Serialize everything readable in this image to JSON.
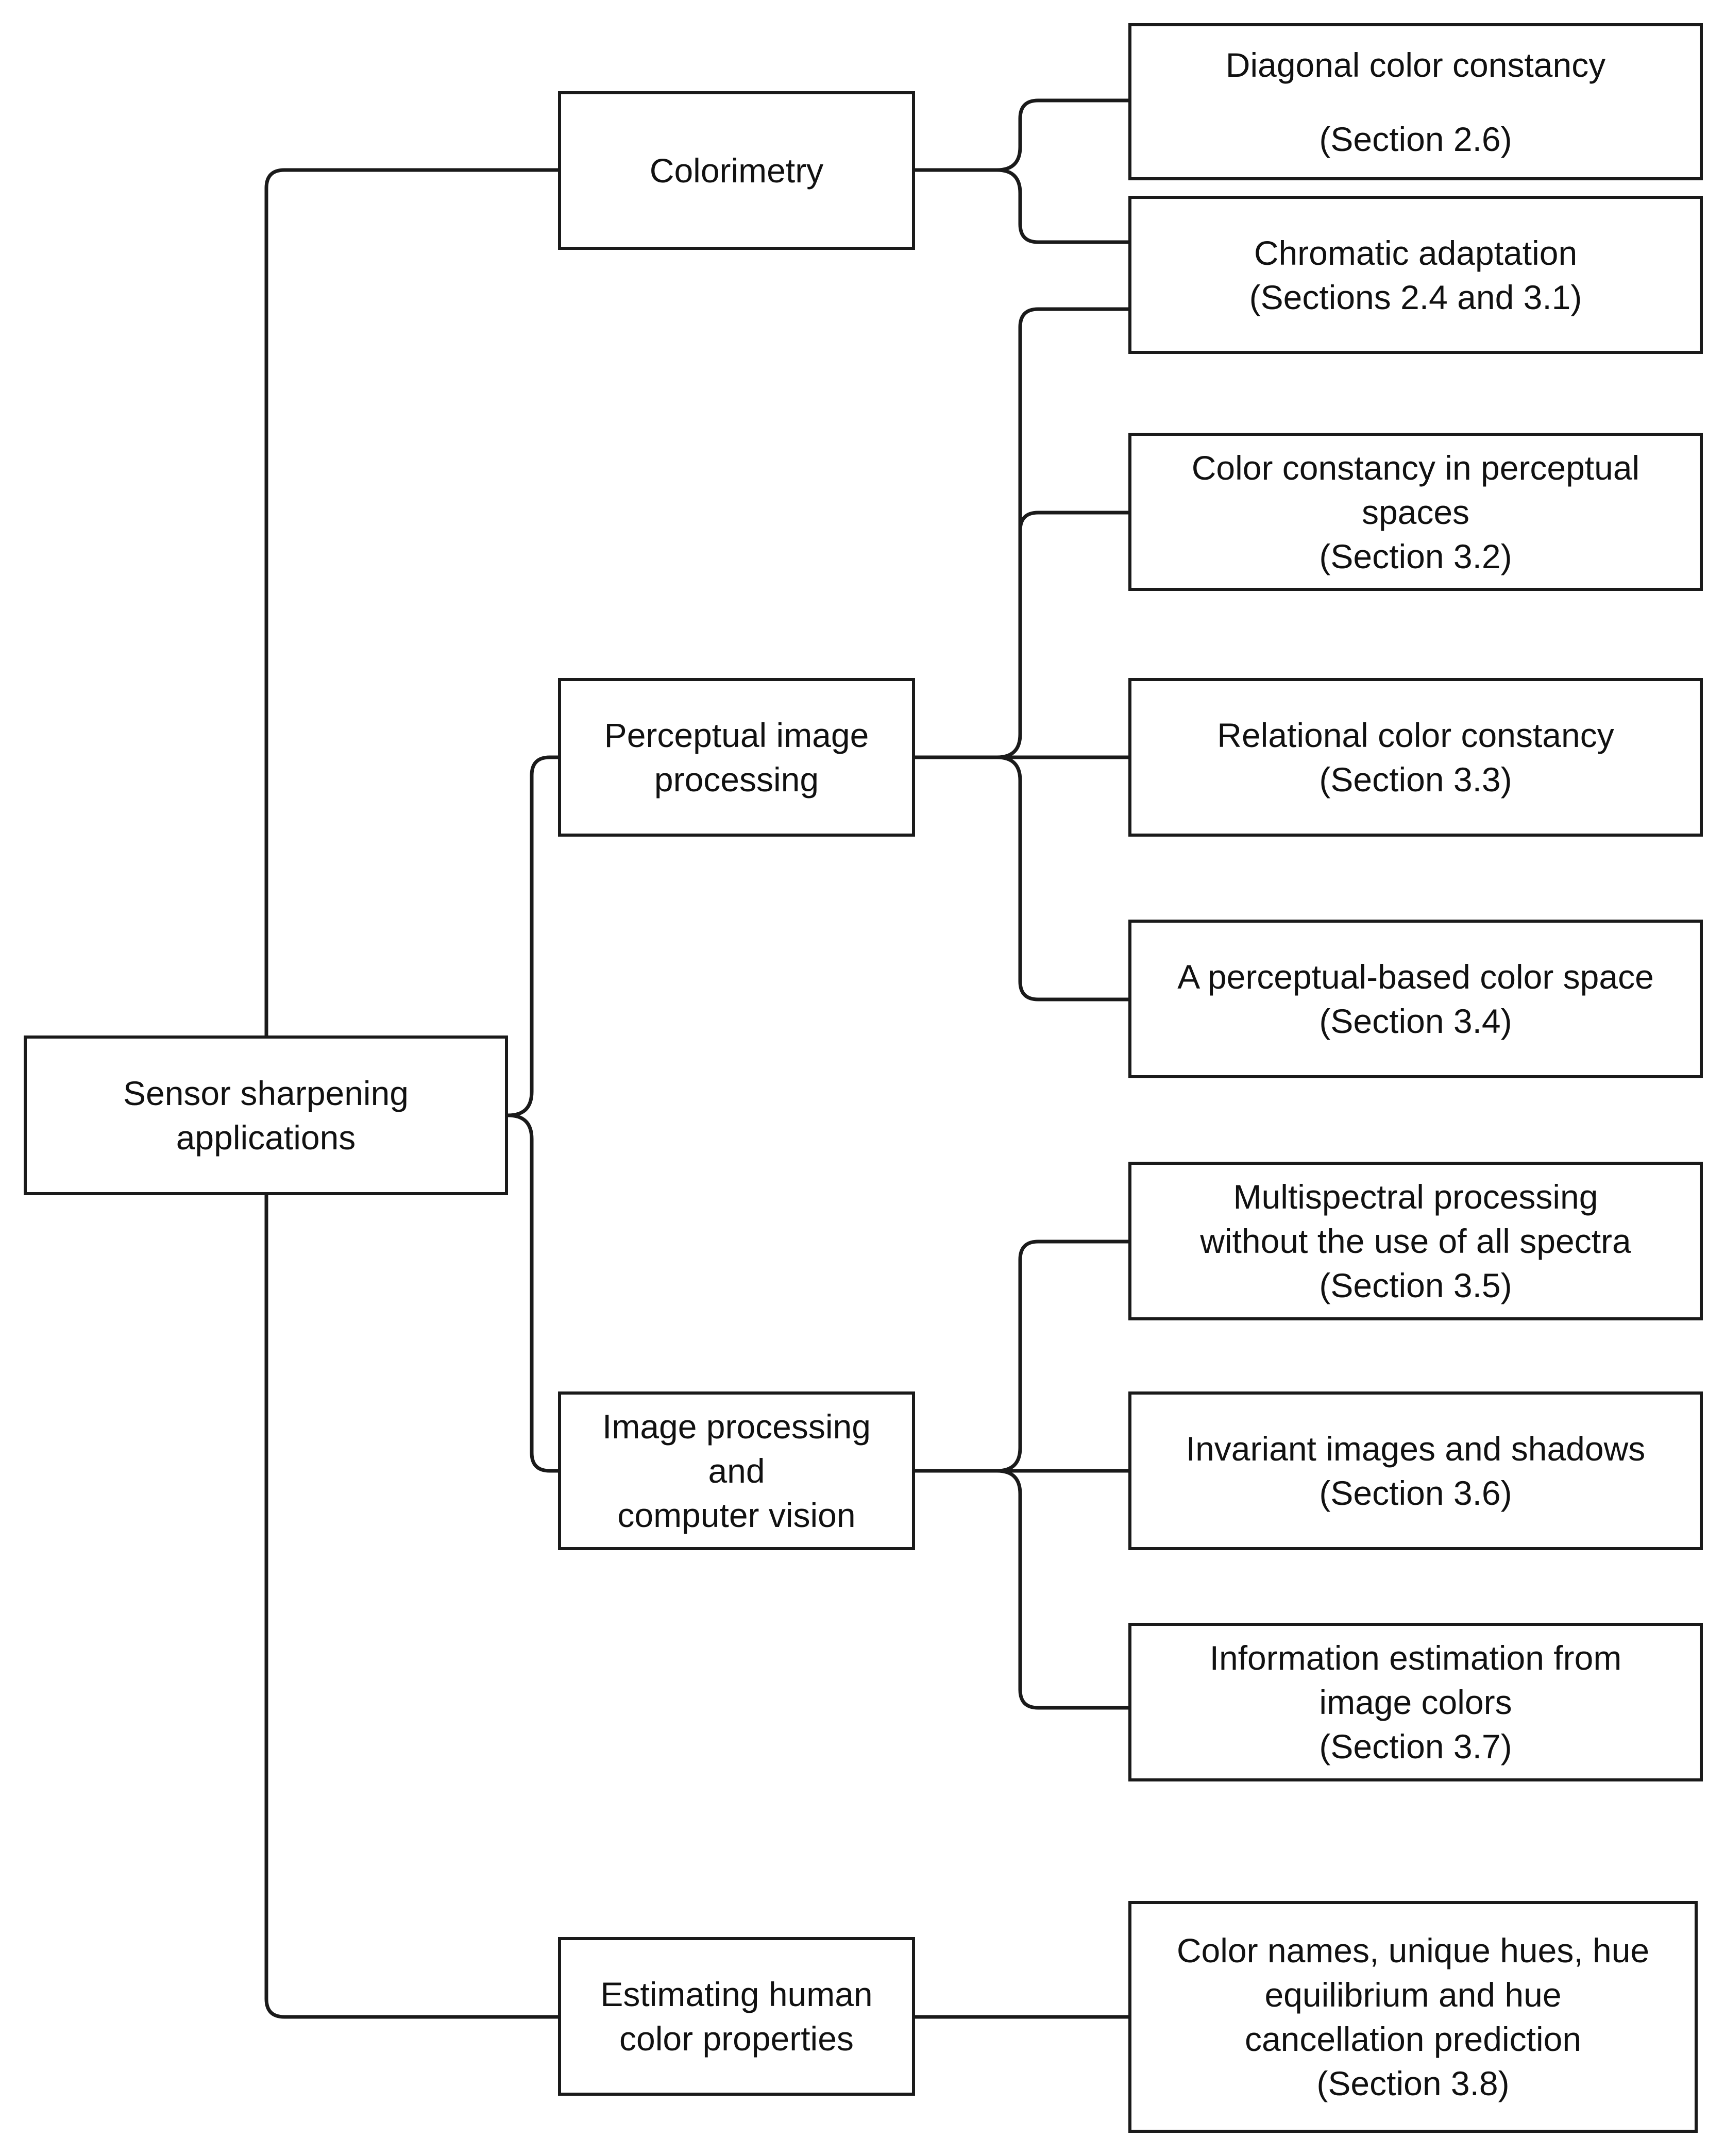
{
  "root": {
    "lines": [
      "Sensor sharpening",
      "applications"
    ]
  },
  "categories": [
    {
      "key": "colorimetry",
      "lines": [
        "Colorimetry"
      ]
    },
    {
      "key": "perceptual",
      "lines": [
        "Perceptual image",
        "processing"
      ]
    },
    {
      "key": "vision",
      "lines": [
        "Image processing",
        "and",
        "computer vision"
      ]
    },
    {
      "key": "human",
      "lines": [
        "Estimating human",
        "color properties"
      ]
    }
  ],
  "leaves": [
    {
      "key": "diagonal",
      "lines": [
        "Diagonal color constancy",
        "",
        "(Section 2.6)"
      ]
    },
    {
      "key": "chromatic",
      "lines": [
        "Chromatic adaptation",
        "(Sections 2.4 and 3.1)"
      ]
    },
    {
      "key": "perceptual-spaces",
      "lines": [
        "Color constancy in perceptual",
        "spaces",
        "(Section 3.2)"
      ]
    },
    {
      "key": "relational",
      "lines": [
        "Relational color constancy",
        "(Section 3.3)"
      ]
    },
    {
      "key": "color-space",
      "lines": [
        "A perceptual-based color space",
        "(Section 3.4)"
      ]
    },
    {
      "key": "multispectral",
      "lines": [
        "Multispectral processing",
        "without the use of all spectra",
        "(Section 3.5)"
      ]
    },
    {
      "key": "invariant",
      "lines": [
        "Invariant images and shadows",
        "(Section 3.6)"
      ]
    },
    {
      "key": "information",
      "lines": [
        "Information estimation from",
        "image colors",
        "(Section 3.7)"
      ]
    },
    {
      "key": "hue",
      "lines": [
        "Color names, unique hues, hue",
        "equilibrium and hue",
        "cancellation prediction",
        "(Section 3.8)"
      ]
    }
  ]
}
